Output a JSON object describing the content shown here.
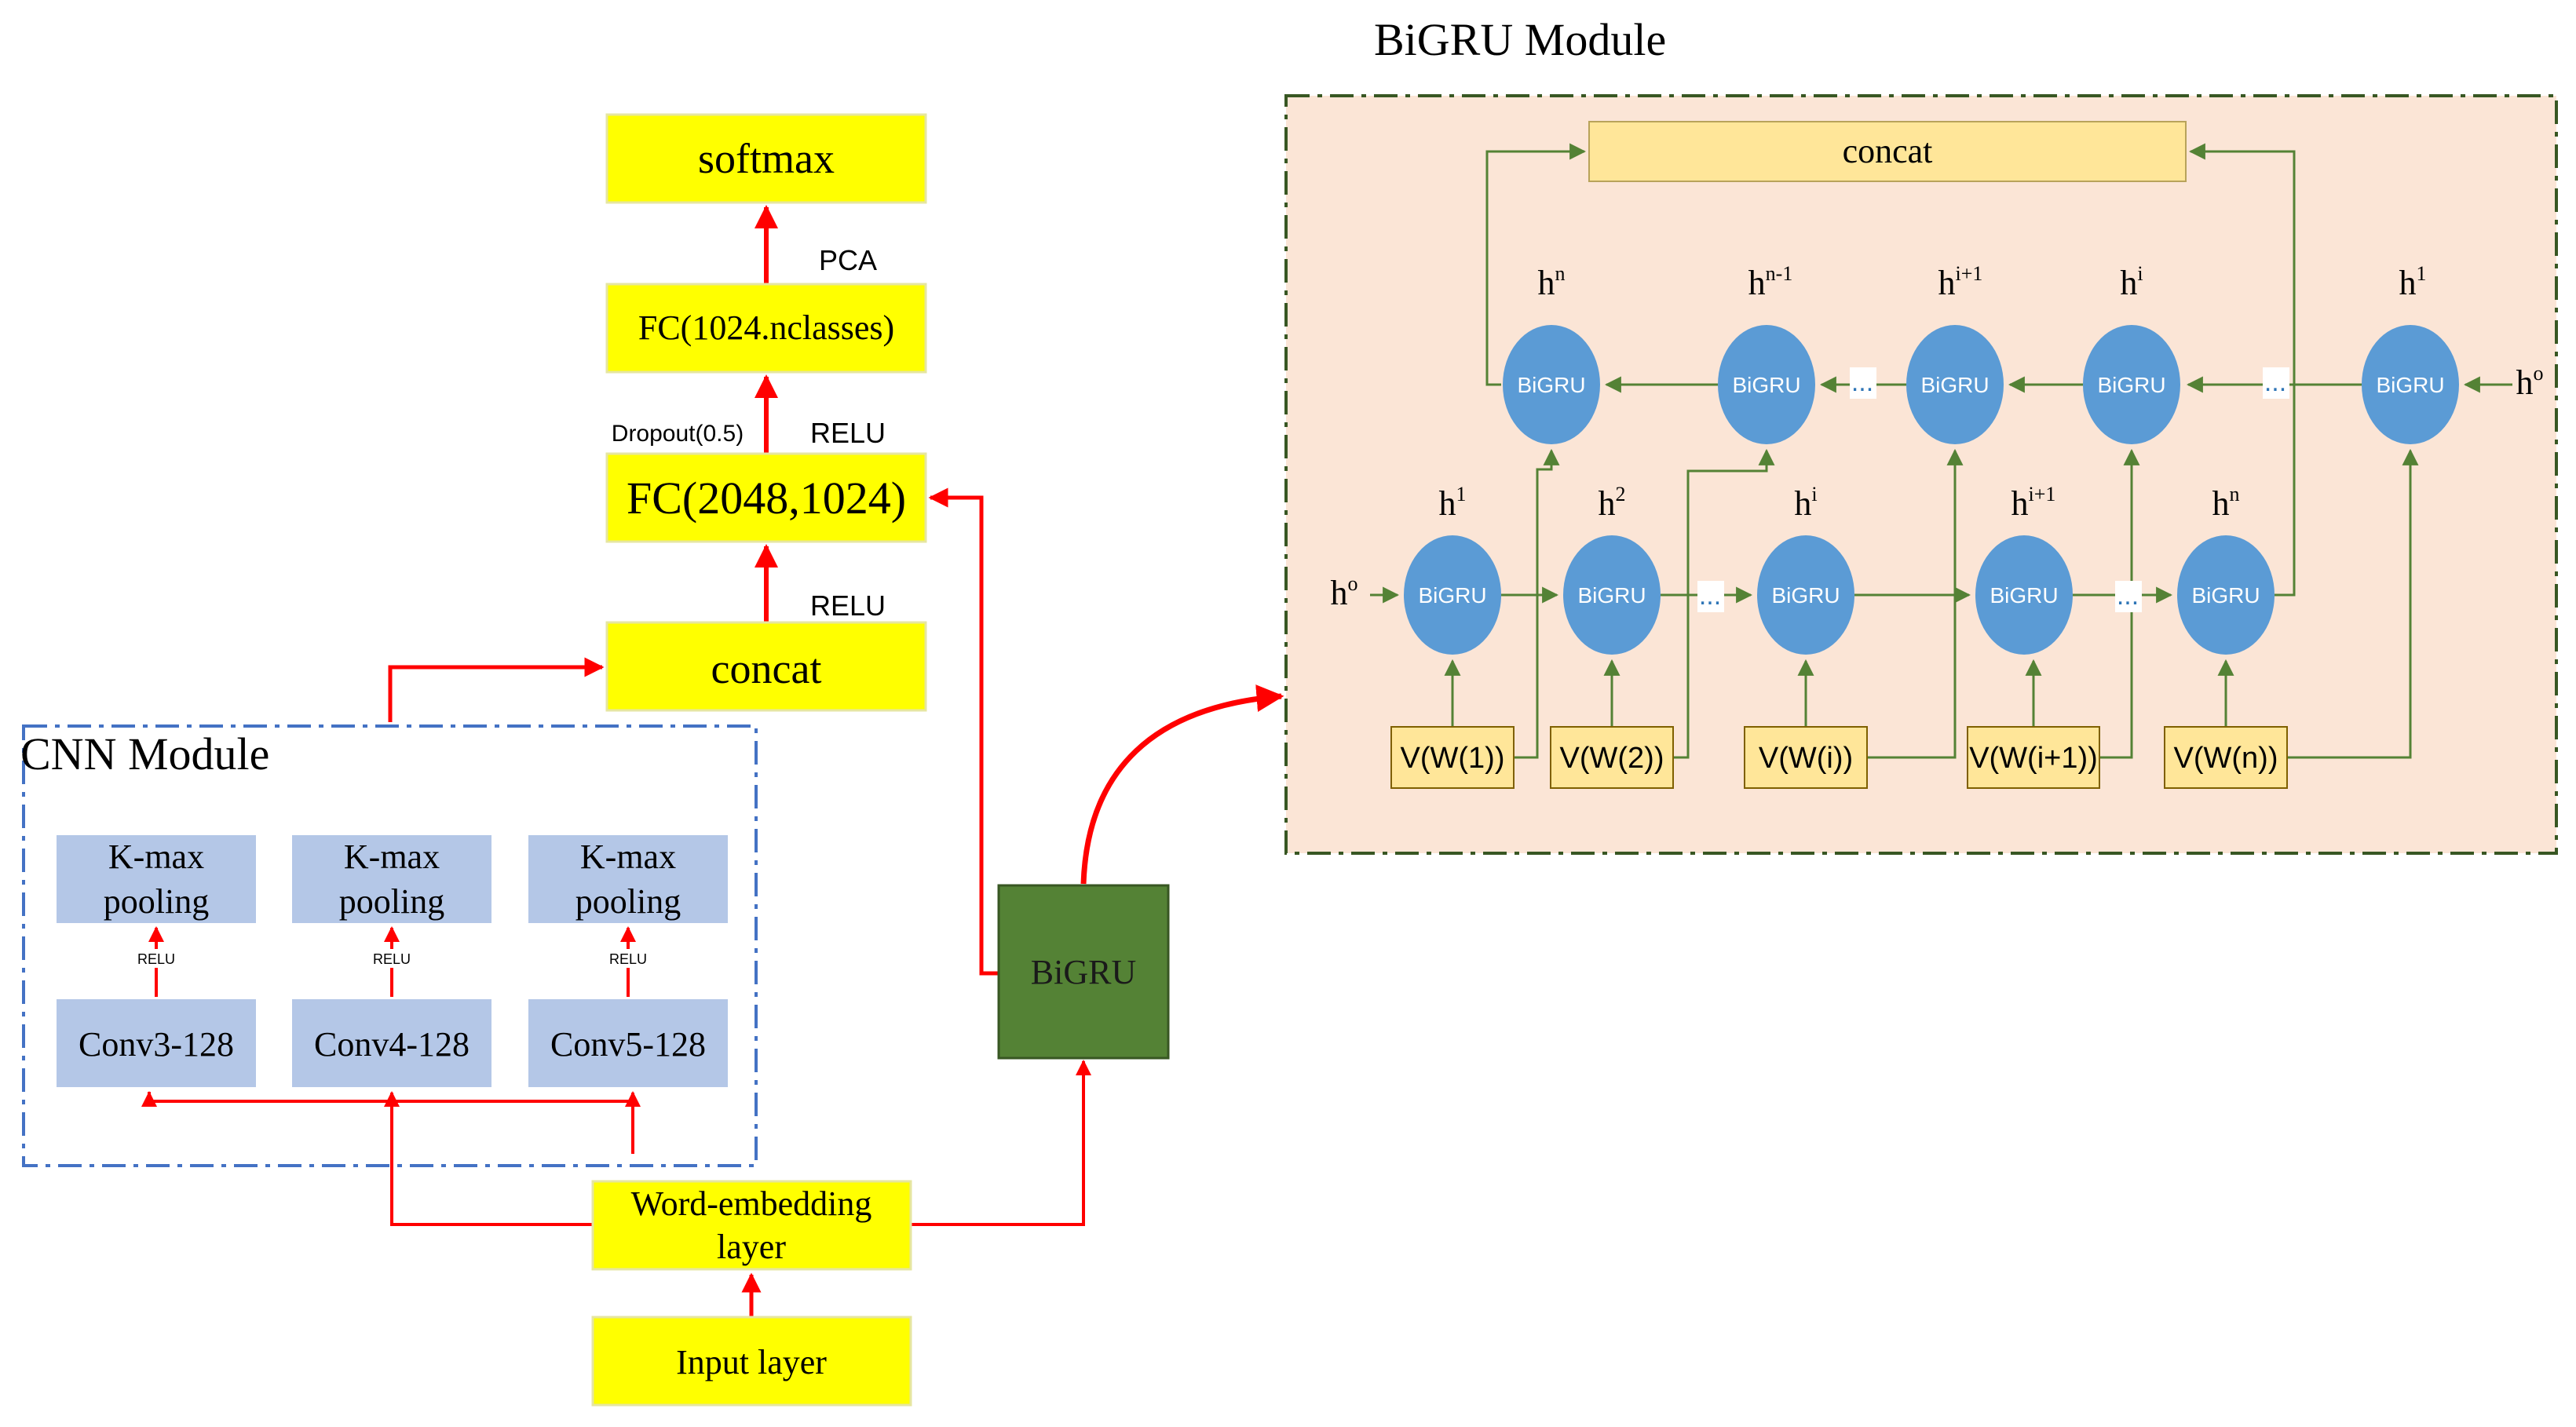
{
  "colors": {
    "yellow_box": "#ffff00",
    "red_arrow": "#ff0000",
    "cnn_box": "#b4c7e7",
    "cnn_border": "#4472c4",
    "bigru_dark": "#548235",
    "bigru_dark_border": "#385723",
    "bigru_panel": "#fbe5d6",
    "bigru_panel_border": "#385723",
    "node": "#5b9bd5",
    "vw_box": "#ffe699",
    "concat_bar": "#ffe699",
    "green_line": "#548235"
  },
  "main": {
    "softmax": "softmax",
    "pca": "PCA",
    "fc_classes": "FC(1024.nclasses)",
    "dropout": "Dropout(0.5)",
    "relu_top": "RELU",
    "fc_2048": "FC(2048,1024)",
    "relu_mid": "RELU",
    "concat": "concat",
    "bigru": "BiGRU",
    "word_embedding_1": "Word-embedding",
    "word_embedding_2": "layer",
    "input_layer": "Input layer"
  },
  "cnn": {
    "title": "CNN Module",
    "pools": [
      {
        "line1": "K-max",
        "line2": "pooling"
      },
      {
        "line1": "K-max",
        "line2": "pooling"
      },
      {
        "line1": "K-max",
        "line2": "pooling"
      }
    ],
    "relu": [
      "RELU",
      "RELU",
      "RELU"
    ],
    "convs": [
      "Conv3-128",
      "Conv4-128",
      "Conv5-128"
    ]
  },
  "bigru_module": {
    "title": "BiGRU Module",
    "concat": "concat",
    "node_label": "BiGRU",
    "ellipsis": "...",
    "top_row": [
      {
        "base": "h",
        "sup": "n"
      },
      {
        "base": "h",
        "sup": "n-1"
      },
      {
        "base": "h",
        "sup": "i+1"
      },
      {
        "base": "h",
        "sup": "i"
      },
      {
        "base": "h",
        "sup": "1"
      }
    ],
    "top_h0": {
      "base": "h",
      "sup": "o"
    },
    "bottom_row": [
      {
        "base": "h",
        "sup": "1"
      },
      {
        "base": "h",
        "sup": "2"
      },
      {
        "base": "h",
        "sup": "i"
      },
      {
        "base": "h",
        "sup": "i+1"
      },
      {
        "base": "h",
        "sup": "n"
      }
    ],
    "bottom_h0": {
      "base": "h",
      "sup": "o"
    },
    "inputs": [
      "V(W(1))",
      "V(W(2))",
      "V(W(i))",
      "V(W(i+1))",
      "V(W(n))"
    ]
  }
}
